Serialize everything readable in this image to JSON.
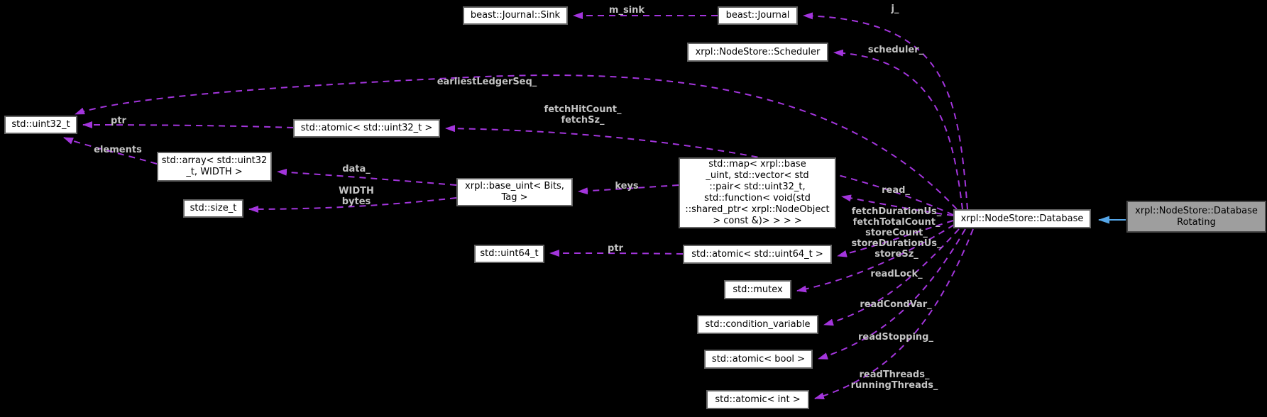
{
  "diagram": {
    "kind": "collaboration-graph",
    "selected_node": "xrpl::NodeStore::DatabaseRotating"
  },
  "colors": {
    "background": "#000000",
    "node_fill": "#ffffff",
    "node_border": "#636363",
    "node_text": "#000000",
    "selected_fill": "#9e9e9e",
    "selected_border": "#4a4a4a",
    "edge_color": "#A335DC",
    "inheritance_color": "#55A6E8",
    "label_color": "#c3c3c3"
  },
  "nodes": {
    "journal_sink": {
      "label": "beast::Journal::Sink"
    },
    "journal": {
      "label": "beast::Journal"
    },
    "scheduler": {
      "label": "xrpl::NodeStore::Scheduler"
    },
    "uint32": {
      "label": "std::uint32_t"
    },
    "atomic_uint32": {
      "label": "std::atomic< std::uint32_t >"
    },
    "array": {
      "label": "std::array< std::uint32\n_t, WIDTH >"
    },
    "size_t": {
      "label": "std::size_t"
    },
    "base_uint": {
      "label": "xrpl::base_uint< Bits,\nTag >"
    },
    "map": {
      "label": "std::map< xrpl::base\n_uint, std::vector< std\n::pair< std::uint32_t,\nstd::function< void(std\n::shared_ptr< xrpl::NodeObject\n> const &)> > > >"
    },
    "uint64": {
      "label": "std::uint64_t"
    },
    "atomic_uint64": {
      "label": "std::atomic< std::uint64_t >"
    },
    "mutex": {
      "label": "std::mutex"
    },
    "condition_variable": {
      "label": "std::condition_variable"
    },
    "atomic_bool": {
      "label": "std::atomic< bool >"
    },
    "atomic_int": {
      "label": "std::atomic< int >"
    },
    "database": {
      "label": "xrpl::NodeStore::Database"
    },
    "database_rotating": {
      "label": "xrpl::NodeStore::Database\nRotating"
    }
  },
  "edge_labels": {
    "m_sink": "m_sink",
    "j": "j_",
    "scheduler": "scheduler_",
    "earliest_ledger_seq": "earliestLedgerSeq_",
    "fetch_hit_count": "fetchHitCount_\nfetchSz_",
    "ptr_upper": "ptr",
    "elements": "elements",
    "data": "data_",
    "width_bytes": "WIDTH\nbytes",
    "keys": "keys",
    "read": "read_",
    "fetch_store_stats": "fetchDurationUs_\nfetchTotalCount_\nstoreCount_\nstoreDurationUs_\nstoreSz_",
    "ptr_lower": "ptr",
    "read_lock": "readLock_",
    "read_cond_var": "readCondVar_",
    "read_stopping": "readStopping_",
    "read_threads": "readThreads_\nrunningThreads_"
  }
}
